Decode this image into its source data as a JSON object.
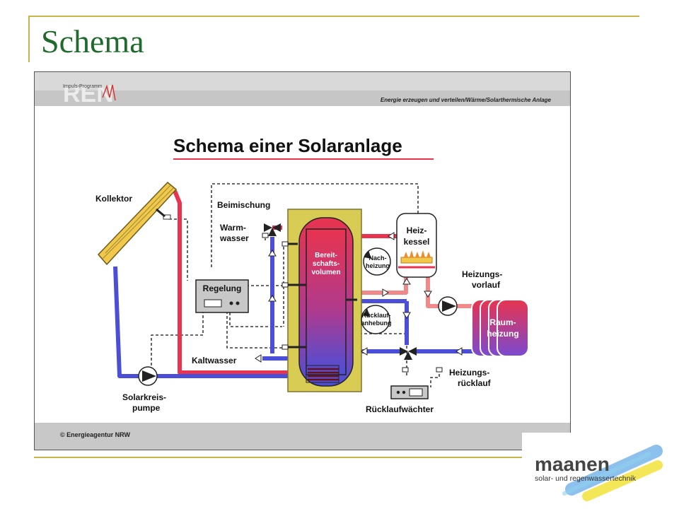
{
  "slide": {
    "title": "Schema"
  },
  "diagram": {
    "header_left": "Impuls-Programm",
    "header_logo": "REN",
    "header_right": "Energie erzeugen und verteilen/Wärme/Solarthermische Anlage",
    "title": "Schema einer Solaranlage",
    "footer": "© Energieagentur NRW",
    "labels": {
      "kollektor": "Kollektor",
      "beimischung": "Beimischung",
      "warmwasser_1": "Warm-",
      "warmwasser_2": "wasser",
      "heizkessel_1": "Heiz-",
      "heizkessel_2": "kessel",
      "speicher_1": "Bereit-",
      "speicher_2": "schafts-",
      "speicher_3": "volumen",
      "nachheizung_1": "Nach-",
      "nachheizung_2": "heizung",
      "regelung": "Regelung",
      "heizungsvorlauf_1": "Heizungs-",
      "heizungsvorlauf_2": "vorlauf",
      "ruecklaufanhebung_1": "Rücklauf-",
      "ruecklaufanhebung_2": "anhebung",
      "raumheizung_1": "Raum-",
      "raumheizung_2": "heizung",
      "kaltwasser": "Kaltwasser",
      "heizungsruecklauf_1": "Heizungs-",
      "heizungsruecklauf_2": "rücklauf",
      "solarkreispumpe_1": "Solarkreis-",
      "solarkreispumpe_2": "pumpe",
      "ruecklaufwaechter": "Rücklaufwächter"
    },
    "colors": {
      "hot": "#e8344f",
      "cold": "#4b4fd8",
      "warm": "#f08a8a",
      "tank_jacket": "#d8cc55",
      "collector": "#f2c84a"
    }
  },
  "logo": {
    "name": "maanen",
    "tagline": "solar- und regenwassertechnik"
  }
}
